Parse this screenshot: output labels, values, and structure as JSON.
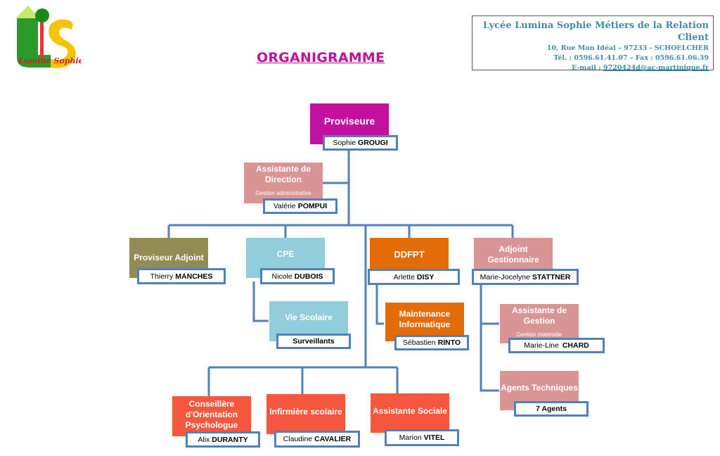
{
  "header": {
    "logo_text": "Lumina Sophie",
    "title": "ORGANIGRAMME",
    "school": {
      "name": "Lycée Lumina Sophie Métiers de la Relation Client",
      "address": "10, Rue Mon Idéal – 97233 - SCHOELCHER",
      "phone_fax": "Tél. : 0596.61.41.07 – Fax : 0596.61.06.39",
      "email_label": "E-mail : ",
      "email": "9720424d@ac-martinique.fr"
    }
  },
  "colors": {
    "title": "#c2109f",
    "connector": "#4f81bd",
    "proviseure": "#c2109f",
    "pink": "#d99594",
    "olive": "#948a54",
    "light_blue": "#92cddc",
    "orange": "#e36c09",
    "red": "#f4573d"
  },
  "nodes": {
    "proviseure": {
      "role": "Proviseure",
      "first": "Sophie",
      "last": "GROUGI"
    },
    "assistante_direction": {
      "role": "Assistante de Direction",
      "sub": "Gestion administrative",
      "first": "Valérie",
      "last": "POMPUI"
    },
    "proviseur_adjoint": {
      "role": "Proviseur Adjoint",
      "first": "Thierry",
      "last": "MANCHES"
    },
    "cpe": {
      "role": "CPE",
      "first": "Nicole",
      "last": "DUBOIS"
    },
    "vie_scolaire": {
      "role": "Vie Scolaire",
      "first": "",
      "last": "Surveillants"
    },
    "ddfpt": {
      "role": "DDFPT",
      "first": "Arlette",
      "last": "DISY"
    },
    "maintenance": {
      "role": "Maintenance Informatique",
      "first": "Sébastien",
      "last": "RINTO"
    },
    "adjoint_gestionnaire": {
      "role": "Adjoint Gestionnaire",
      "first": "Marie-Jocelyne",
      "last": "STATTNER"
    },
    "assistante_gestion": {
      "role": "Assistante de Gestion",
      "sub": "Gestion matérielle",
      "first": "Marie-Line",
      "last": "CHARD"
    },
    "agents_techniques": {
      "role": "Agents Techniques",
      "first": "",
      "last": "7 Agents"
    },
    "conseillere_orientation": {
      "role": "Conseillère d'Orientation Psychologue",
      "first": "Alix",
      "last": "DURANTY"
    },
    "infirmiere": {
      "role": "Infirmière scolaire",
      "first": "Claudine",
      "last": "CAVALIER"
    },
    "assistante_sociale": {
      "role": "Assistante Sociale",
      "first": "Marion",
      "last": "VITEL"
    }
  }
}
